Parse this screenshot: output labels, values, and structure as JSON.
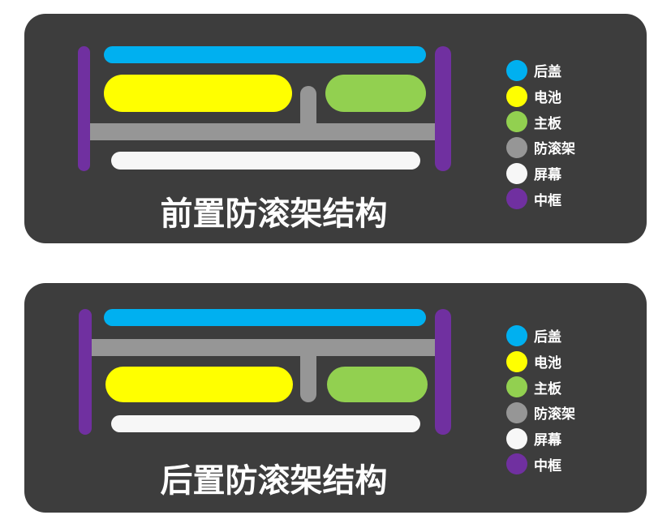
{
  "colors": {
    "back_cover": "#00b0f0",
    "battery": "#ffff00",
    "mainboard": "#92d050",
    "anti_roll_frame": "#969696",
    "screen": "#f7f7f7",
    "middle_frame": "#7030a0"
  },
  "legend": [
    {
      "label": "后盖",
      "color": "#00b0f0"
    },
    {
      "label": "电池",
      "color": "#ffff00"
    },
    {
      "label": "主板",
      "color": "#92d050"
    },
    {
      "label": "防滚架",
      "color": "#969696"
    },
    {
      "label": "屏幕",
      "color": "#f7f7f7"
    },
    {
      "label": "中框",
      "color": "#7030a0"
    }
  ],
  "panels": [
    {
      "title": "前置防滚架结构"
    },
    {
      "title": "后置防滚架结构"
    }
  ]
}
